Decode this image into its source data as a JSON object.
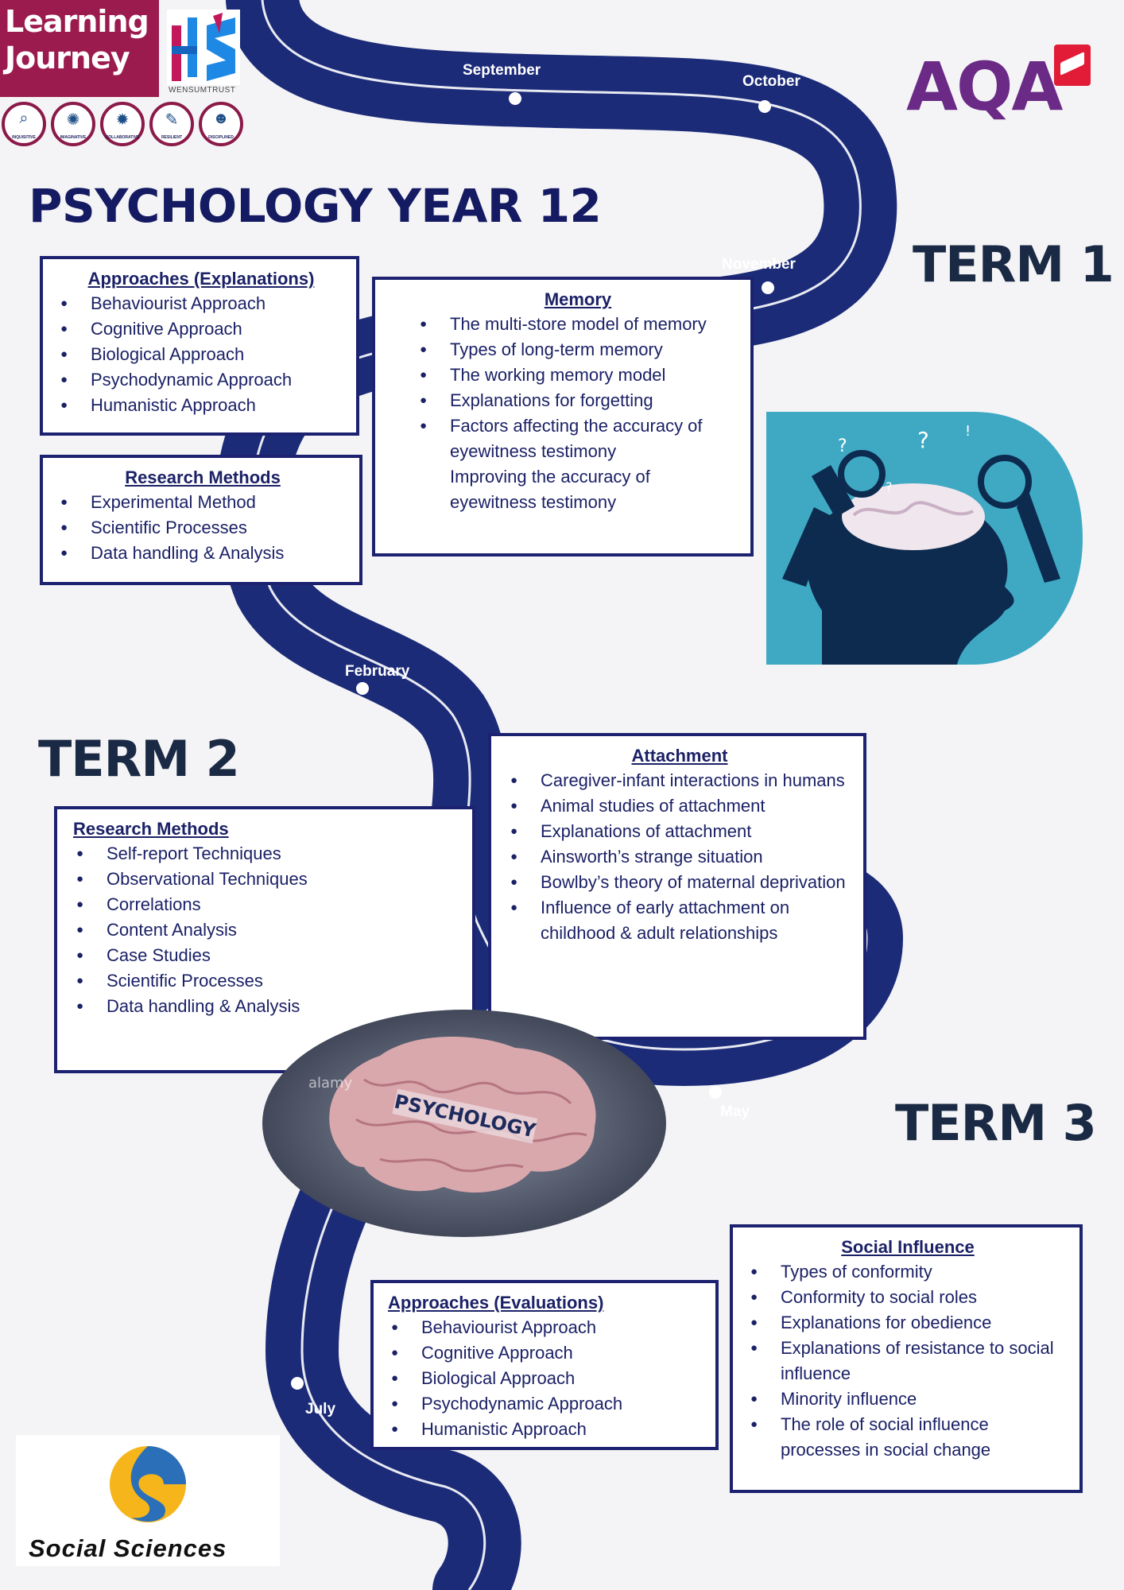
{
  "header": {
    "banner_title": "Learning Journey",
    "trust_name": "WENSUMTRUST",
    "values": [
      "INQUISITIVE",
      "IMAGINATIVE",
      "COLLABORATIVE",
      "RESILIENT",
      "DISCIPLINED"
    ],
    "page_title": "PSYCHOLOGY YEAR 12",
    "board_logo": "AQA"
  },
  "terms": {
    "term1": "TERM 1",
    "term2": "TERM 2",
    "term3": "TERM 3"
  },
  "months": {
    "september": "September",
    "october": "October",
    "november": "November",
    "february": "February",
    "may": "May",
    "july": "July"
  },
  "boxes": {
    "approaches_explanations": {
      "title": "Approaches (Explanations)",
      "items": [
        "Behaviourist Approach",
        "Cognitive Approach",
        "Biological Approach",
        "Psychodynamic Approach",
        "Humanistic Approach"
      ]
    },
    "research_methods_1": {
      "title": "Research Methods",
      "items": [
        "Experimental Method",
        "Scientific Processes",
        "Data handling & Analysis"
      ]
    },
    "memory": {
      "title": "Memory",
      "items": [
        "The multi-store model of memory",
        "Types of long-term memory",
        "The working memory model",
        "Explanations for forgetting",
        "Factors affecting the accuracy of eyewitness testimony"
      ],
      "extra": "Improving the accuracy of eyewitness testimony"
    },
    "research_methods_2": {
      "title": "Research Methods",
      "items": [
        "Self-report Techniques",
        "Observational Techniques",
        "Correlations",
        "Content Analysis",
        "Case Studies",
        "Scientific Processes",
        "Data handling & Analysis"
      ]
    },
    "attachment": {
      "title": "Attachment",
      "items": [
        "Caregiver-infant interactions in humans",
        "Animal studies of attachment",
        "Explanations of attachment",
        "Ainsworth’s strange situation",
        "Bowlby’s theory of maternal deprivation",
        "Influence of early attachment on childhood & adult relationships"
      ]
    },
    "approaches_evaluations": {
      "title": "Approaches (Evaluations)",
      "items": [
        "Behaviourist Approach",
        "Cognitive Approach",
        "Biological Approach",
        "Psychodynamic Approach",
        "Humanistic Approach"
      ]
    },
    "social_influence": {
      "title": "Social Influence",
      "items": [
        "Types of conformity",
        "Conformity to social roles",
        "Explanations for obedience",
        "Explanations of resistance to social influence",
        "Minority influence",
        "The role of social influence processes in social change"
      ]
    }
  },
  "brain_image": {
    "label": "PSYCHOLOGY",
    "watermark": "alamy"
  },
  "footer_logo": {
    "text": "Social Sciences"
  },
  "colors": {
    "road": "#1c2b78",
    "banner": "#9b1b4e",
    "box_border": "#1c2270",
    "aqa_purple": "#6a2a86",
    "aqa_red": "#e21b37"
  }
}
